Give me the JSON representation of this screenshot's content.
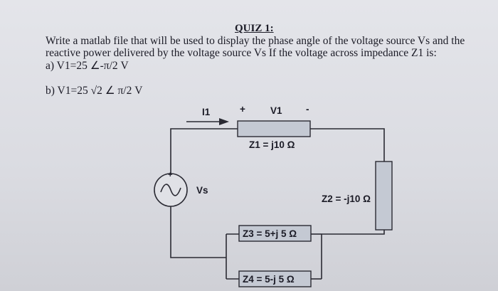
{
  "quiz": {
    "title": "QUIZ 1:",
    "question_line1": "Write a matlab file that will be used to display the phase angle of the voltage source Vs and the",
    "question_line2": "reactive power delivered by the voltage source Vs If the voltage across impedance Z1 is:",
    "part_a": "a)  V1=25 ∠-π/2     V",
    "part_b": "b)  V1=25 √2 ∠ π/2  V"
  },
  "circuit": {
    "current_label": "I1",
    "plus_label": "+",
    "v1_label": "V1",
    "minus_label": "-",
    "z1_label": "Z1 = j10 Ω",
    "z2_label": "Z2 = -j10 Ω",
    "z3_label": "Z3 = 5+j 5 Ω",
    "z4_label": "Z4 = 5-j 5 Ω",
    "source_label": "Vs",
    "source_plus": "+",
    "source_symbol": "ac-source-icon",
    "arrow_symbol": "current-arrow-icon",
    "resistor_fill": "#c4c9d3",
    "wire_color": "#2a2a33"
  }
}
